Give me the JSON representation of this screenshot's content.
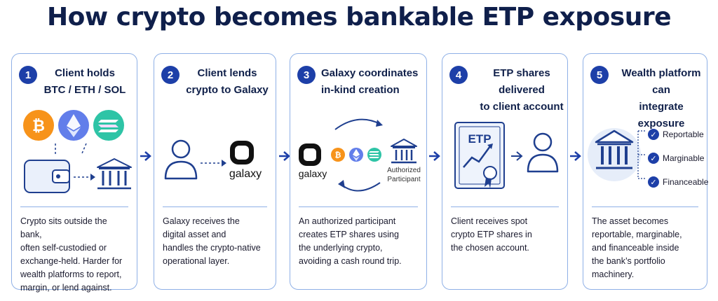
{
  "title": "How crypto becomes bankable ETP exposure",
  "steps": [
    {
      "number": "1",
      "heading": [
        "Client holds",
        "BTC / ETH / SOL"
      ],
      "description": [
        "Crypto sits outside the bank,",
        "often self-custodied or",
        "exchange-held. Harder for",
        "wealth platforms to report,",
        "margin, or lend against."
      ],
      "icons": [
        "bitcoin-icon",
        "ethereum-icon",
        "solana-icon",
        "wallet-icon",
        "bank-icon"
      ]
    },
    {
      "number": "2",
      "heading": [
        "Client lends",
        "crypto to Galaxy"
      ],
      "description": [
        "Galaxy receives the",
        "digital asset and",
        "handles the crypto-native",
        "operational layer."
      ],
      "brand": "galaxy",
      "icons": [
        "client-person-icon",
        "galaxy-logo-icon"
      ]
    },
    {
      "number": "3",
      "heading": [
        "Galaxy coordinates",
        "in-kind creation"
      ],
      "description": [
        "An authorized participant",
        "creates ETP shares using",
        "the underlying crypto,",
        "avoiding a cash round trip."
      ],
      "brand": "galaxy",
      "ap_label": [
        "Authorized",
        "Participant"
      ],
      "icons": [
        "galaxy-logo-icon",
        "bitcoin-icon",
        "ethereum-icon",
        "solana-icon",
        "bank-icon",
        "cycle-arrows-icon"
      ]
    },
    {
      "number": "4",
      "heading": [
        "ETP shares delivered",
        "to client account"
      ],
      "description": [
        "Client receives spot",
        "crypto ETP shares in",
        "the chosen account."
      ],
      "doc_label": "ETP",
      "icons": [
        "etp-certificate-icon",
        "client-person-icon"
      ]
    },
    {
      "number": "5",
      "heading": [
        "Wealth platform can",
        "integrate exposure"
      ],
      "description": [
        "The asset becomes",
        "reportable, marginable,",
        "and financeable inside",
        "the bank’s portfolio",
        "machinery."
      ],
      "checks": [
        "Reportable",
        "Marginable",
        "Financeable"
      ],
      "icons": [
        "bank-icon",
        "check-icon"
      ]
    }
  ],
  "colors": {
    "navy": "#1d3fa8",
    "border": "#8fb0e6",
    "bitcoin": "#f7931a",
    "ethereum": "#627eea",
    "solana": "#2ec4a6",
    "icon_stroke": "#1f3f8f"
  }
}
